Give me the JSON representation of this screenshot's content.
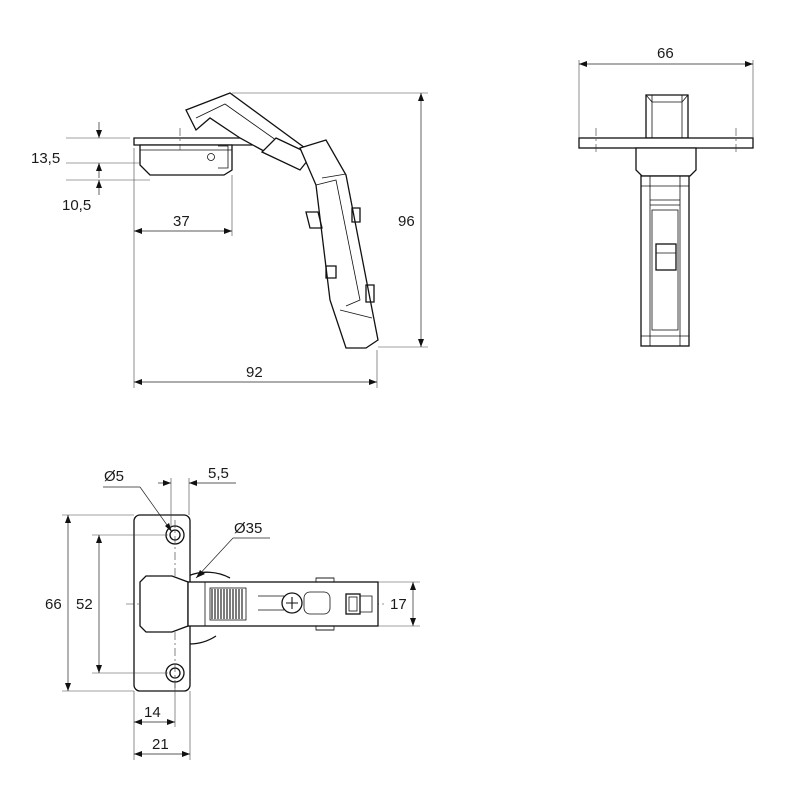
{
  "colors": {
    "line": "#111111",
    "background": "#ffffff"
  },
  "dimensions": {
    "side_view": {
      "cup_depth": "13,5",
      "cup_offset": "10,5",
      "cup_width": "37",
      "overall_height": "96",
      "overall_width": "92"
    },
    "end_view": {
      "plate_width": "66"
    },
    "top_view": {
      "hole_diameter": "Ø5",
      "hole_offset": "5,5",
      "cup_diameter": "Ø35",
      "plate_height": "66",
      "hole_spacing": "52",
      "arm_height": "17",
      "hole_position": "14",
      "plate_depth": "21"
    }
  }
}
